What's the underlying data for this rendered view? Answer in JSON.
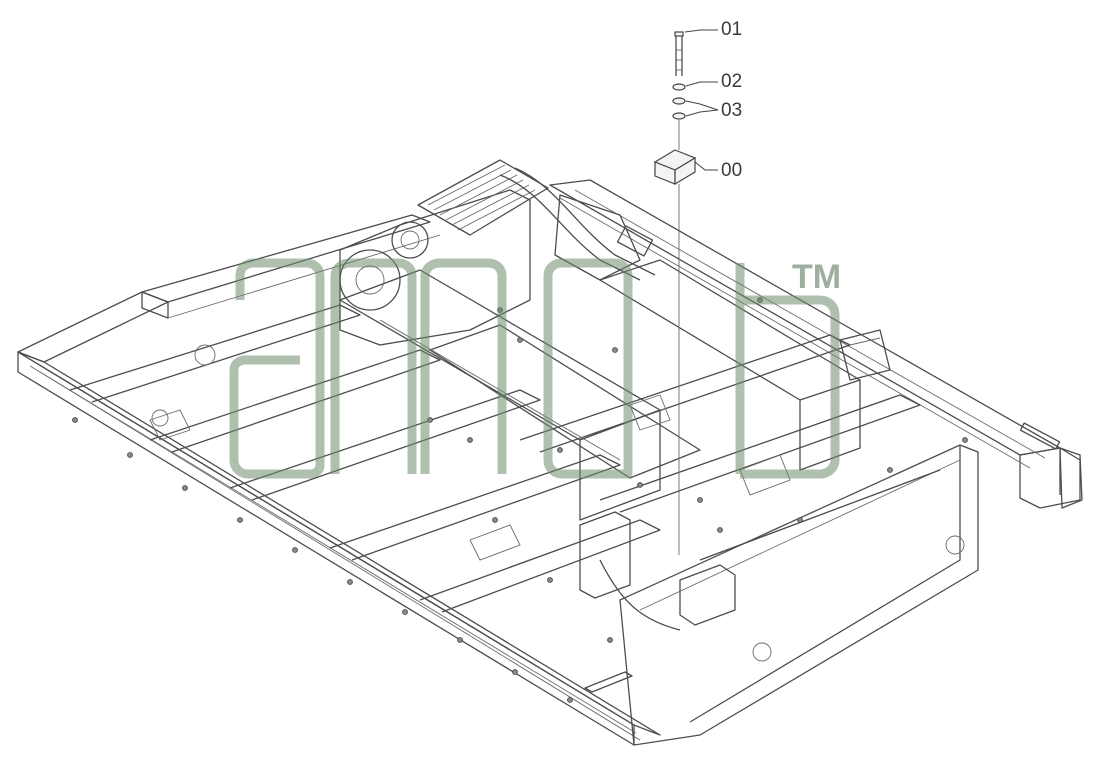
{
  "diagram": {
    "callouts": [
      {
        "id": "c01",
        "label": "01"
      },
      {
        "id": "c02",
        "label": "02"
      },
      {
        "id": "c03",
        "label": "03"
      },
      {
        "id": "c00",
        "label": "00"
      }
    ]
  },
  "watermark": {
    "tm": "TM"
  },
  "colors": {
    "line": "#4d4d4d",
    "watermark": "#6e8c6e",
    "background": "#ffffff"
  }
}
